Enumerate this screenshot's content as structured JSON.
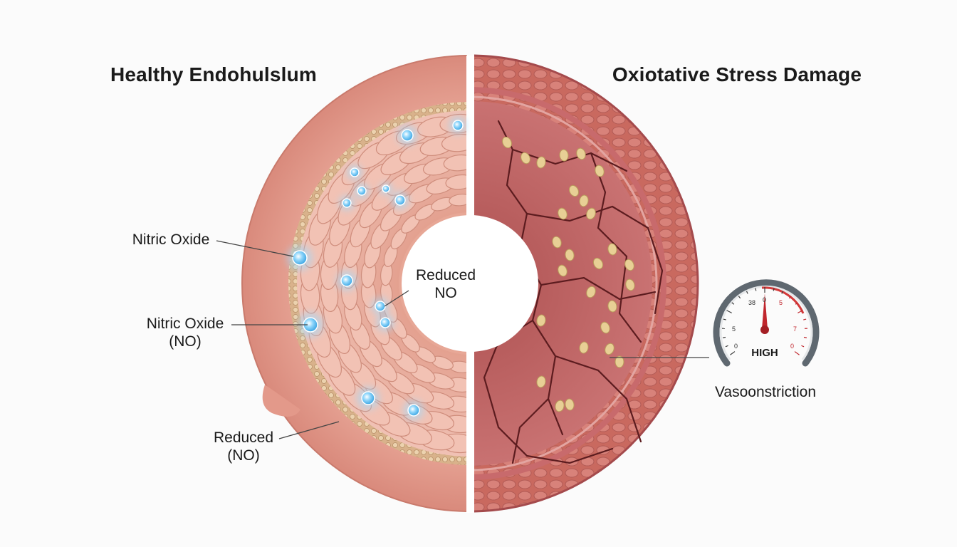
{
  "titles": {
    "left": "Healthy Endohulslum",
    "right": "Oxiotative Stress Damage"
  },
  "callouts": {
    "nitric_oxide": "Nitric Oxide",
    "nitric_oxide_no_line1": "Nitric Oxide",
    "nitric_oxide_no_line2": "(NO)",
    "reduced_no_left_line1": "Reduced",
    "reduced_no_left_line2": "(NO)",
    "reduced_no_center_line1": "Reduced",
    "reduced_no_center_line2": "NO",
    "vasoconstriction": "Vasoonstriction"
  },
  "gauge": {
    "label": "HIGH",
    "ticks_left": [
      "38",
      "5",
      "0"
    ],
    "ticks_right": [
      "5",
      "7",
      "0"
    ],
    "tick_top": "0",
    "level": "high"
  },
  "colors": {
    "healthy_tissue": "#e8a596",
    "damaged_tissue": "#b8585a",
    "no_bubble": "#6fc3f0",
    "gauge_needle": "#c0262d"
  }
}
